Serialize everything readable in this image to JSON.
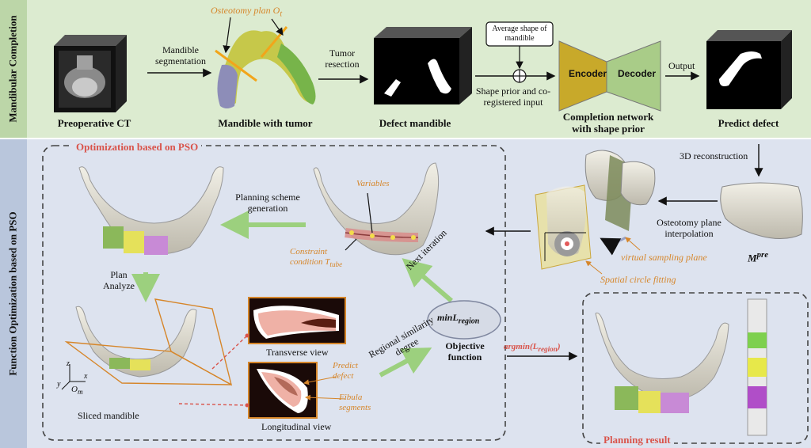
{
  "sections": {
    "top_label": "Mandibular Completion",
    "bottom_label": "Function Optimization based on PSO"
  },
  "top_row": {
    "preop_ct": "Preoperative CT",
    "mandible_seg": "Mandible segmentation",
    "osteotomy_plan": "Osteotomy plan O",
    "osteotomy_sub": "t",
    "mandible_tumor": "Mandible with tumor",
    "tumor_resection": "Tumor resection",
    "defect_mandible": "Defect mandible",
    "average_shape": "Average shape of mandible",
    "shape_prior_input": "Shape prior and co-registered input",
    "encoder": "Encoder",
    "decoder": "Decoder",
    "completion_network": "Completion network with shape prior",
    "output": "Output",
    "predict_defect": "Predict defect"
  },
  "bottom": {
    "reconstruction": "3D reconstruction",
    "m_pre": "M",
    "m_pre_sup": "pre",
    "osteotomy_interp": "Osteotomy plane interpolation",
    "virtual_sampling": "virtual sampling plane",
    "spatial_circle": "Spatial circle fitting",
    "optimization_pso": "Optimization based on PSO",
    "planning_scheme": "Planning scheme generation",
    "variables": "Variables",
    "constraint": "Constraint condition T",
    "constraint_sub": "tube",
    "next_iteration": "Next iteration",
    "plan_analyze": "Plan Analyze",
    "transverse_view": "Transverse  view",
    "longitudinal_view": "Longitudinal view",
    "sliced_mandible": "Sliced mandible",
    "predict_defect_label": "Predict defect",
    "fibula_segments": "Fibula segments",
    "regional_similarity": "Regional similarity degree",
    "min_l": "minL",
    "min_l_sub": "region",
    "objective_function": "Objective function",
    "argmin": "argmin(L",
    "argmin_sub": "region",
    "argmin_close": ")",
    "planning_result": "Planning result",
    "axis_z": "z",
    "axis_x": "x",
    "axis_y": "y",
    "axis_o": "O",
    "axis_o_sub": "m"
  }
}
